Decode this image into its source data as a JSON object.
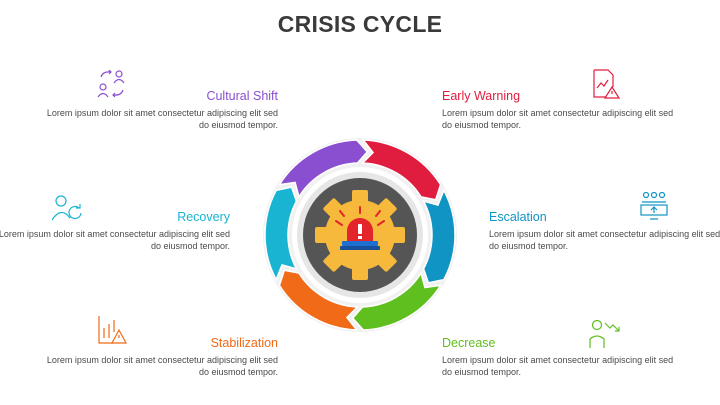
{
  "title": "CRISIS CYCLE",
  "stages": [
    {
      "heading": "Early Warning",
      "text": "Lorem ipsum dolor sit amet consectetur adipiscing elit sed do eiusmod tempor.",
      "color": "#e11d3f",
      "icon": "document-warning-icon"
    },
    {
      "heading": "Escalation",
      "text": "Lorem ipsum dolor sit amet consectetur adipiscing elit sed do eiusmod tempor.",
      "color": "#0f94c4",
      "icon": "team-escalation-icon"
    },
    {
      "heading": "Decrease",
      "text": "Lorem ipsum dolor sit amet consectetur adipiscing elit sed do eiusmod tempor.",
      "color": "#5fbf1f",
      "icon": "person-decrease-icon"
    },
    {
      "heading": "Stabilization",
      "text": "Lorem ipsum dolor sit amet consectetur adipiscing elit sed do eiusmod tempor.",
      "color": "#f06a18",
      "icon": "chart-warning-icon"
    },
    {
      "heading": "Recovery",
      "text": "Lorem ipsum dolor sit amet consectetur adipiscing elit sed do eiusmod tempor.",
      "color": "#19b4d2",
      "icon": "person-refresh-icon"
    },
    {
      "heading": "Cultural Shift",
      "text": "Lorem ipsum dolor sit amet consectetur adipiscing elit sed do eiusmod tempor.",
      "color": "#8a4fd0",
      "icon": "people-exchange-icon"
    }
  ],
  "center": {
    "icon": "gear-alarm-icon",
    "gear_color": "#f6b93b",
    "hub_color": "#555555"
  }
}
